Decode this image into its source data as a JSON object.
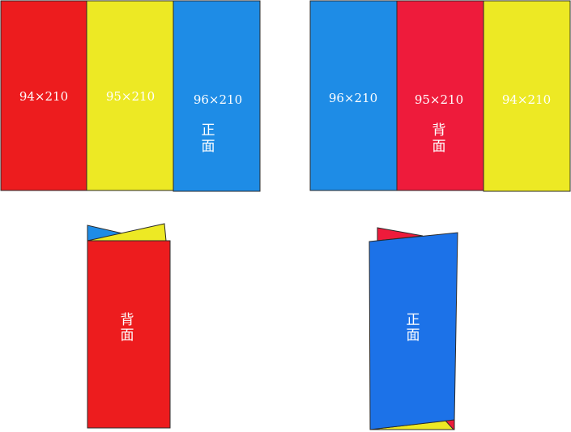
{
  "colors": {
    "red": "#ED1C1E",
    "yellow": "#EDE924",
    "blue": "#1E8CE6",
    "red_back": "#EE1B3B",
    "blue_folded": "#1C72E8",
    "outline": "#2a2a2a"
  },
  "front_layout": {
    "panels": [
      {
        "label": "94×210",
        "color": "red"
      },
      {
        "label": "95×210",
        "color": "yellow"
      },
      {
        "label": "96×210",
        "color": "blue"
      }
    ],
    "side_label": [
      "正",
      "面"
    ]
  },
  "back_layout": {
    "panels": [
      {
        "label": "96×210",
        "color": "blue"
      },
      {
        "label": "95×210",
        "color": "red_back"
      },
      {
        "label": "94×210",
        "color": "yellow"
      }
    ],
    "side_label": [
      "背",
      "面"
    ]
  },
  "folded_back": {
    "side_label": [
      "背",
      "面"
    ]
  },
  "folded_front": {
    "side_label": [
      "正",
      "面"
    ]
  }
}
